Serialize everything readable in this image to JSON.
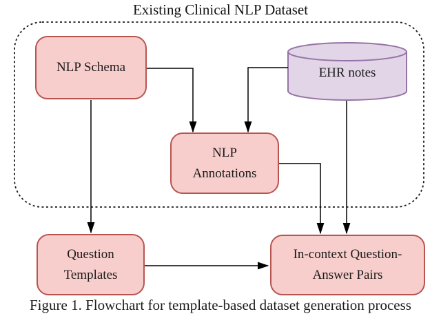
{
  "title": "Existing Clinical NLP Dataset",
  "caption": "Figure 1. Flowchart for template-based dataset generation process",
  "nodes": {
    "nlp_schema": {
      "label": "NLP Schema",
      "shape": "rounded-rectangle"
    },
    "ehr_notes": {
      "label": "EHR notes",
      "shape": "cylinder"
    },
    "nlp_annotations": {
      "label": "NLP\nAnnotations",
      "shape": "rounded-rectangle"
    },
    "question_templates": {
      "label": "Question\nTemplates",
      "shape": "rounded-rectangle"
    },
    "in_context_qa": {
      "label": "In-context Question-\nAnswer Pairs",
      "shape": "rounded-rectangle"
    }
  },
  "container": {
    "label_source": "title",
    "style": "dashed-rounded-rectangle"
  },
  "edges": [
    {
      "from": "nlp_schema",
      "to": "nlp_annotations"
    },
    {
      "from": "ehr_notes",
      "to": "nlp_annotations"
    },
    {
      "from": "nlp_schema",
      "to": "question_templates"
    },
    {
      "from": "ehr_notes",
      "to": "in_context_qa"
    },
    {
      "from": "nlp_annotations",
      "to": "in_context_qa"
    },
    {
      "from": "question_templates",
      "to": "in_context_qa"
    }
  ],
  "colors": {
    "node_fill": "#f8cecc",
    "node_stroke": "#b85450",
    "cylinder_fill": "#e1d5e7",
    "cylinder_stroke": "#9673a6",
    "connector": "#000000",
    "boundary_dash": "#1a1a1a",
    "text": "#1a1a1a"
  }
}
